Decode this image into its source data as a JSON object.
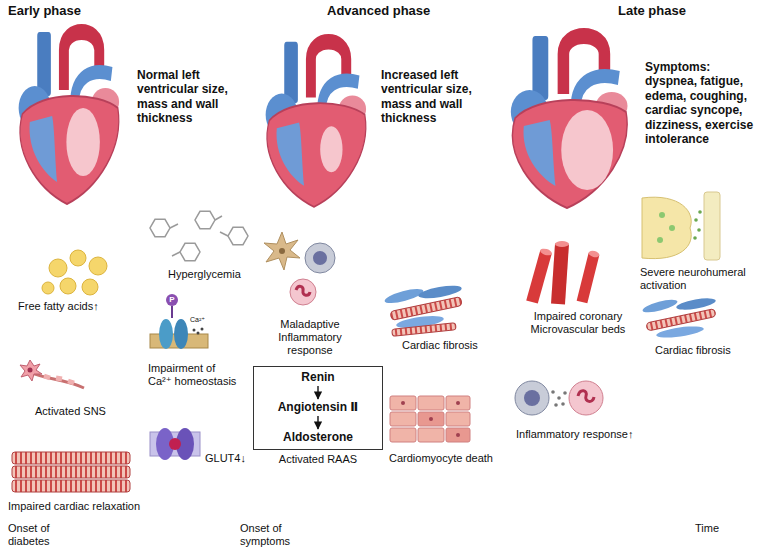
{
  "diagram": {
    "nodes": [
      {
        "text": [
          "Activated RAAS"
        ]
      },
      {
        "text": [
          "Renin"
        ],
        "in": 0
      },
      {
        "text": [
          "Angiotensin Ⅱ"
        ],
        "in": 0
      },
      {
        "text": [
          "Aldosterone"
        ],
        "in": 0
      }
    ],
    "edges": [
      {
        "from": 1,
        "to": 2,
        "arrow": "to"
      },
      {
        "from": 2,
        "to": 3,
        "arrow": "to"
      }
    ],
    "labels": [
      "Early phase",
      "Advanced phase",
      "Late phase",
      "Normal left ventricular size, mass and wall thickness",
      "Increased left ventricular size, mass and wall thickness",
      "Symptoms: dyspnea, fatigue, edema, coughing, cardiac syncope, dizziness, exercise intolerance",
      "Hyperglycemia",
      "Free fatty acids↑",
      "P",
      "Ca²⁺",
      "Impairment of Ca²⁺ homeostasis",
      "Activated SNS",
      "GLUT4↓",
      "Impaired cardiac relaxation",
      "Maladaptive Inflammatory response",
      "Cardiac fibrosis",
      "Cardiomyocyte death",
      "Impaired coronary Microvascular beds",
      "Inflammatory response↑",
      "Severe neurohumeral activation",
      "Cardiac fibrosis",
      "Onset of diabetes",
      "Onset of symptoms",
      "Time"
    ]
  }
}
